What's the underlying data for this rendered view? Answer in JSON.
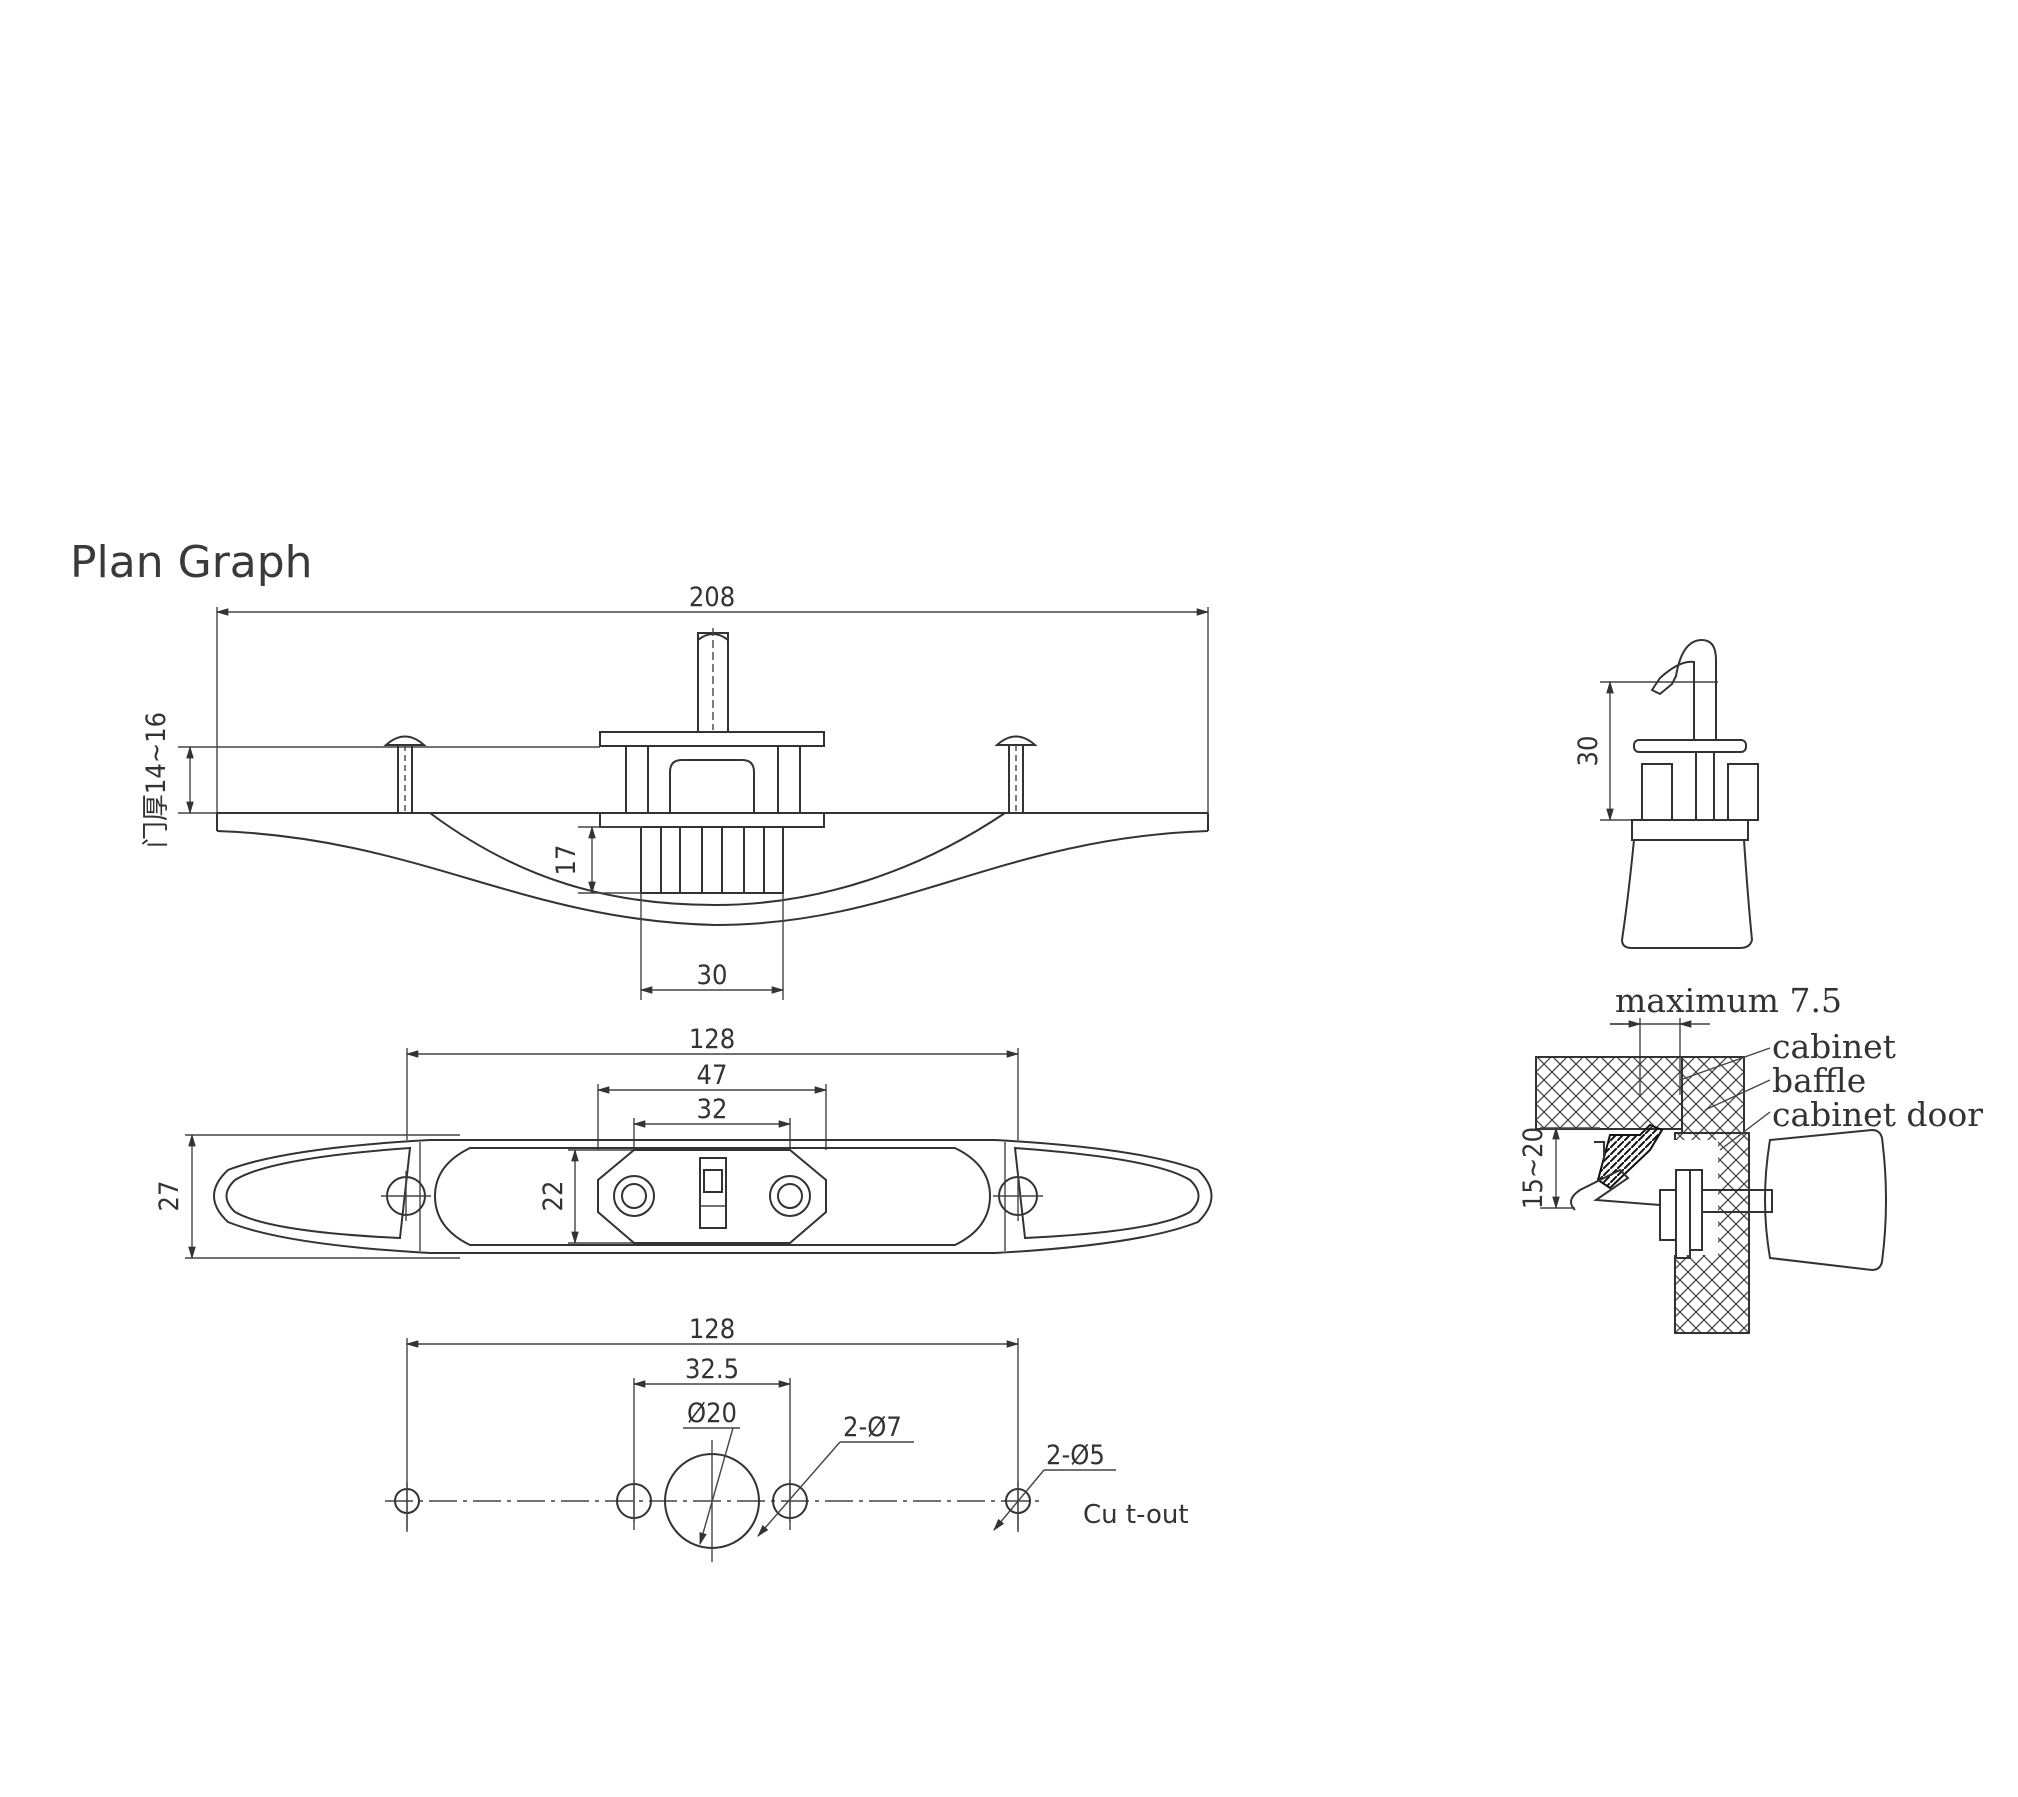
{
  "title": "Plan Graph",
  "side_view": {
    "overall_length": "208",
    "door_thickness": "门厚14~16",
    "body_depth": "17",
    "base_width": "30"
  },
  "plan_view": {
    "hole_spacing": "128",
    "bracket_length": "47",
    "bracket_holes": "32",
    "body_height": "22",
    "overall_width": "27"
  },
  "cutout": {
    "hole_spacing": "128",
    "bracket_holes": "32.5",
    "center_hole": "Ø20",
    "side_holes": "2-Ø7",
    "end_holes": "2-Ø5",
    "label": "Cu t-out"
  },
  "end_view": {
    "height": "30"
  },
  "install_view": {
    "max_dim": "maximum 7.5",
    "range": "15~20",
    "labels": [
      "cabinet",
      "baffle",
      "cabinet door"
    ]
  }
}
